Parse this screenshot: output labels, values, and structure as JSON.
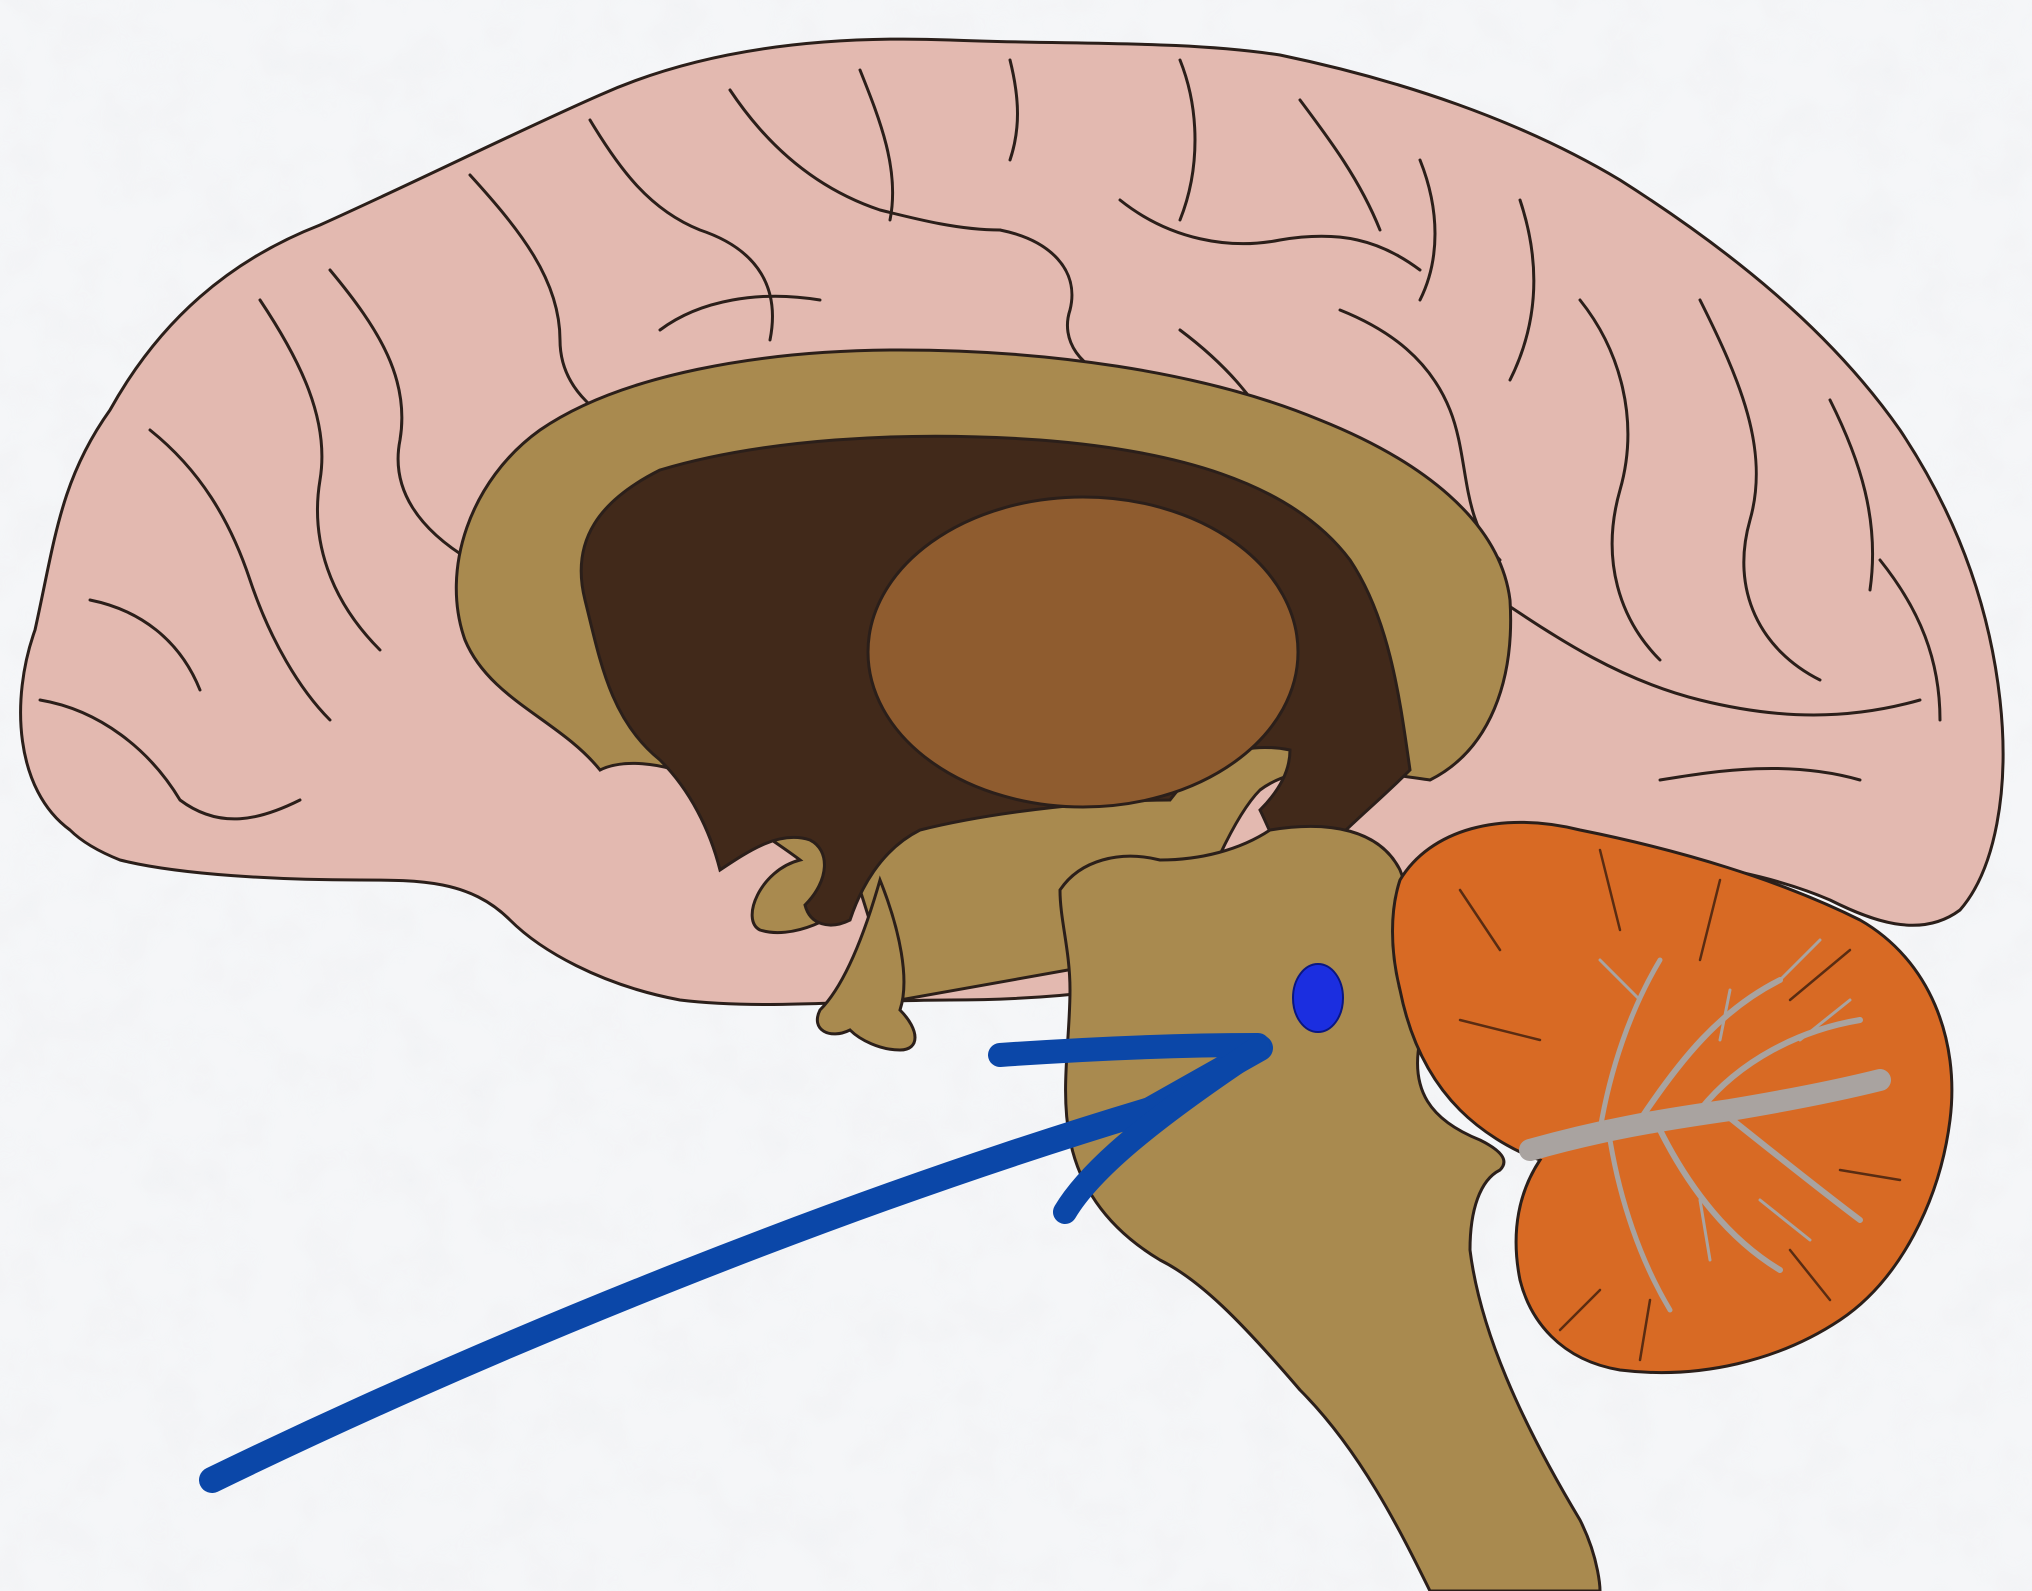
{
  "diagram": {
    "subject": "brain-midsagittal-section",
    "colors": {
      "background": "#f5f6f8",
      "cerebrum": "#e3b9b0",
      "corpus_callosum": "#a98a4f",
      "ventricle": "#41291a",
      "thalamus": "#8f5c2f",
      "brainstem": "#a98a4f",
      "cerebellum": "#d86a24",
      "arbor_vitae": "#a9a3a0",
      "marker": "#1b2ee0",
      "arrow": "#0b47a8",
      "outline": "#2b1f1a"
    },
    "marker": {
      "shape": "ellipse"
    },
    "arrow": {
      "style": "hand-drawn"
    }
  }
}
